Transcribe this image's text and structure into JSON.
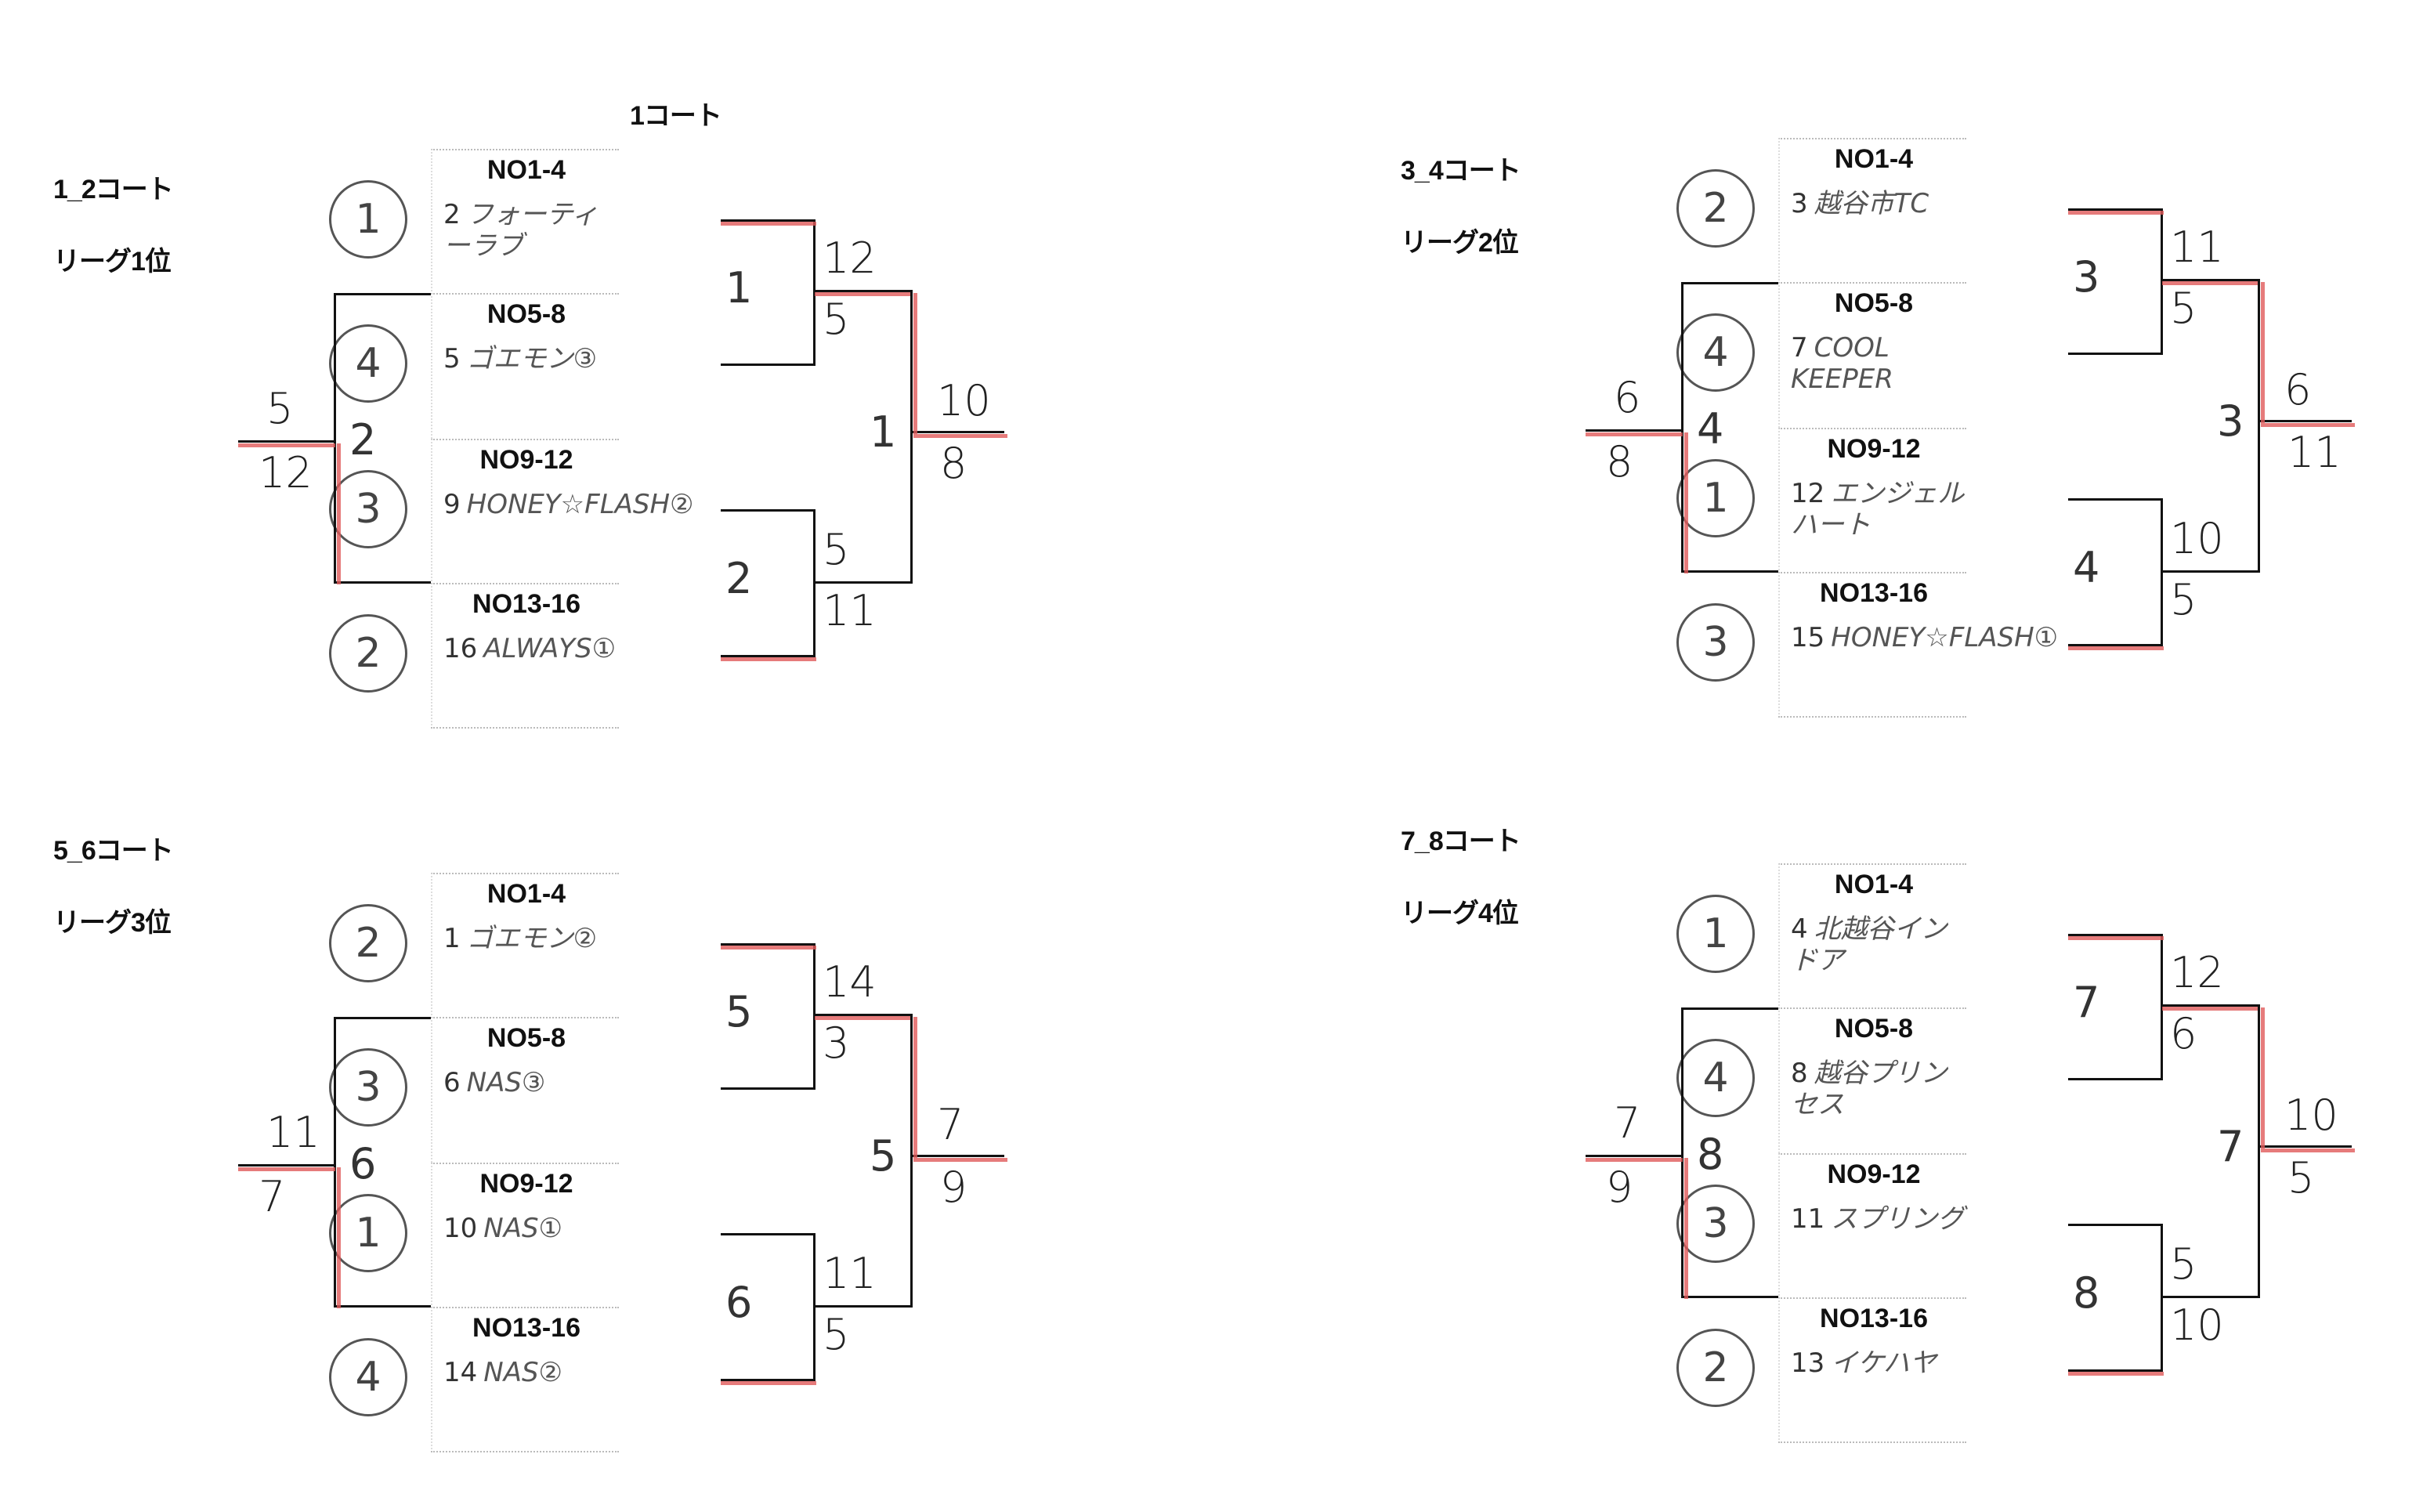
{
  "page_title": "1コート",
  "brackets": [
    {
      "court": "1_2コート",
      "rank": "リーグ1位",
      "slots": [
        {
          "header": "NO1-4",
          "team_no": "2",
          "team_name": "フォーティーラブ",
          "seed": "1"
        },
        {
          "header": "NO5-8",
          "team_no": "5",
          "team_name": "ゴエモン③",
          "seed": "4"
        },
        {
          "header": "NO9-12",
          "team_no": "9",
          "team_name": "HONEY☆FLASH②",
          "seed": "3"
        },
        {
          "header": "NO13-16",
          "team_no": "16",
          "team_name": "ALWAYS①",
          "seed": "2"
        }
      ],
      "left_match": {
        "match_no": "2",
        "score_top": "5",
        "score_bottom": "12"
      },
      "right_semis": [
        {
          "match_no": "1",
          "score_top": "12",
          "score_bottom": "5"
        },
        {
          "match_no": "2",
          "score_top": "5",
          "score_bottom": "11"
        }
      ],
      "right_final": {
        "match_no": "1",
        "score_top": "10",
        "score_bottom": "8"
      }
    },
    {
      "court": "3_4コート",
      "rank": "リーグ2位",
      "slots": [
        {
          "header": "NO1-4",
          "team_no": "3",
          "team_name": "越谷市TC",
          "seed": "2"
        },
        {
          "header": "NO5-8",
          "team_no": "7",
          "team_name": "COOL KEEPER",
          "seed": "4"
        },
        {
          "header": "NO9-12",
          "team_no": "12",
          "team_name": "エンジェルハート",
          "seed": "1"
        },
        {
          "header": "NO13-16",
          "team_no": "15",
          "team_name": "HONEY☆FLASH①",
          "seed": "3"
        }
      ],
      "left_match": {
        "match_no": "4",
        "score_top": "6",
        "score_bottom": "8"
      },
      "right_semis": [
        {
          "match_no": "3",
          "score_top": "11",
          "score_bottom": "5"
        },
        {
          "match_no": "4",
          "score_top": "10",
          "score_bottom": "5"
        }
      ],
      "right_final": {
        "match_no": "3",
        "score_top": "6",
        "score_bottom": "11"
      }
    },
    {
      "court": "5_6コート",
      "rank": "リーグ3位",
      "slots": [
        {
          "header": "NO1-4",
          "team_no": "1",
          "team_name": "ゴエモン②",
          "seed": "2"
        },
        {
          "header": "NO5-8",
          "team_no": "6",
          "team_name": "NAS③",
          "seed": "3"
        },
        {
          "header": "NO9-12",
          "team_no": "10",
          "team_name": "NAS①",
          "seed": "1"
        },
        {
          "header": "NO13-16",
          "team_no": "14",
          "team_name": "NAS②",
          "seed": "4"
        }
      ],
      "left_match": {
        "match_no": "6",
        "score_top": "11",
        "score_bottom": "7"
      },
      "right_semis": [
        {
          "match_no": "5",
          "score_top": "14",
          "score_bottom": "3"
        },
        {
          "match_no": "6",
          "score_top": "11",
          "score_bottom": "5"
        }
      ],
      "right_final": {
        "match_no": "5",
        "score_top": "7",
        "score_bottom": "9"
      }
    },
    {
      "court": "7_8コート",
      "rank": "リーグ4位",
      "slots": [
        {
          "header": "NO1-4",
          "team_no": "4",
          "team_name": "北越谷インドア",
          "seed": "1"
        },
        {
          "header": "NO5-8",
          "team_no": "8",
          "team_name": "越谷プリンセス",
          "seed": "4"
        },
        {
          "header": "NO9-12",
          "team_no": "11",
          "team_name": "スプリング",
          "seed": "3"
        },
        {
          "header": "NO13-16",
          "team_no": "13",
          "team_name": "イケハヤ",
          "seed": "2"
        }
      ],
      "left_match": {
        "match_no": "8",
        "score_top": "7",
        "score_bottom": "9"
      },
      "right_semis": [
        {
          "match_no": "7",
          "score_top": "12",
          "score_bottom": "6"
        },
        {
          "match_no": "8",
          "score_top": "5",
          "score_bottom": "10"
        }
      ],
      "right_final": {
        "match_no": "7",
        "score_top": "10",
        "score_bottom": "5"
      }
    }
  ]
}
